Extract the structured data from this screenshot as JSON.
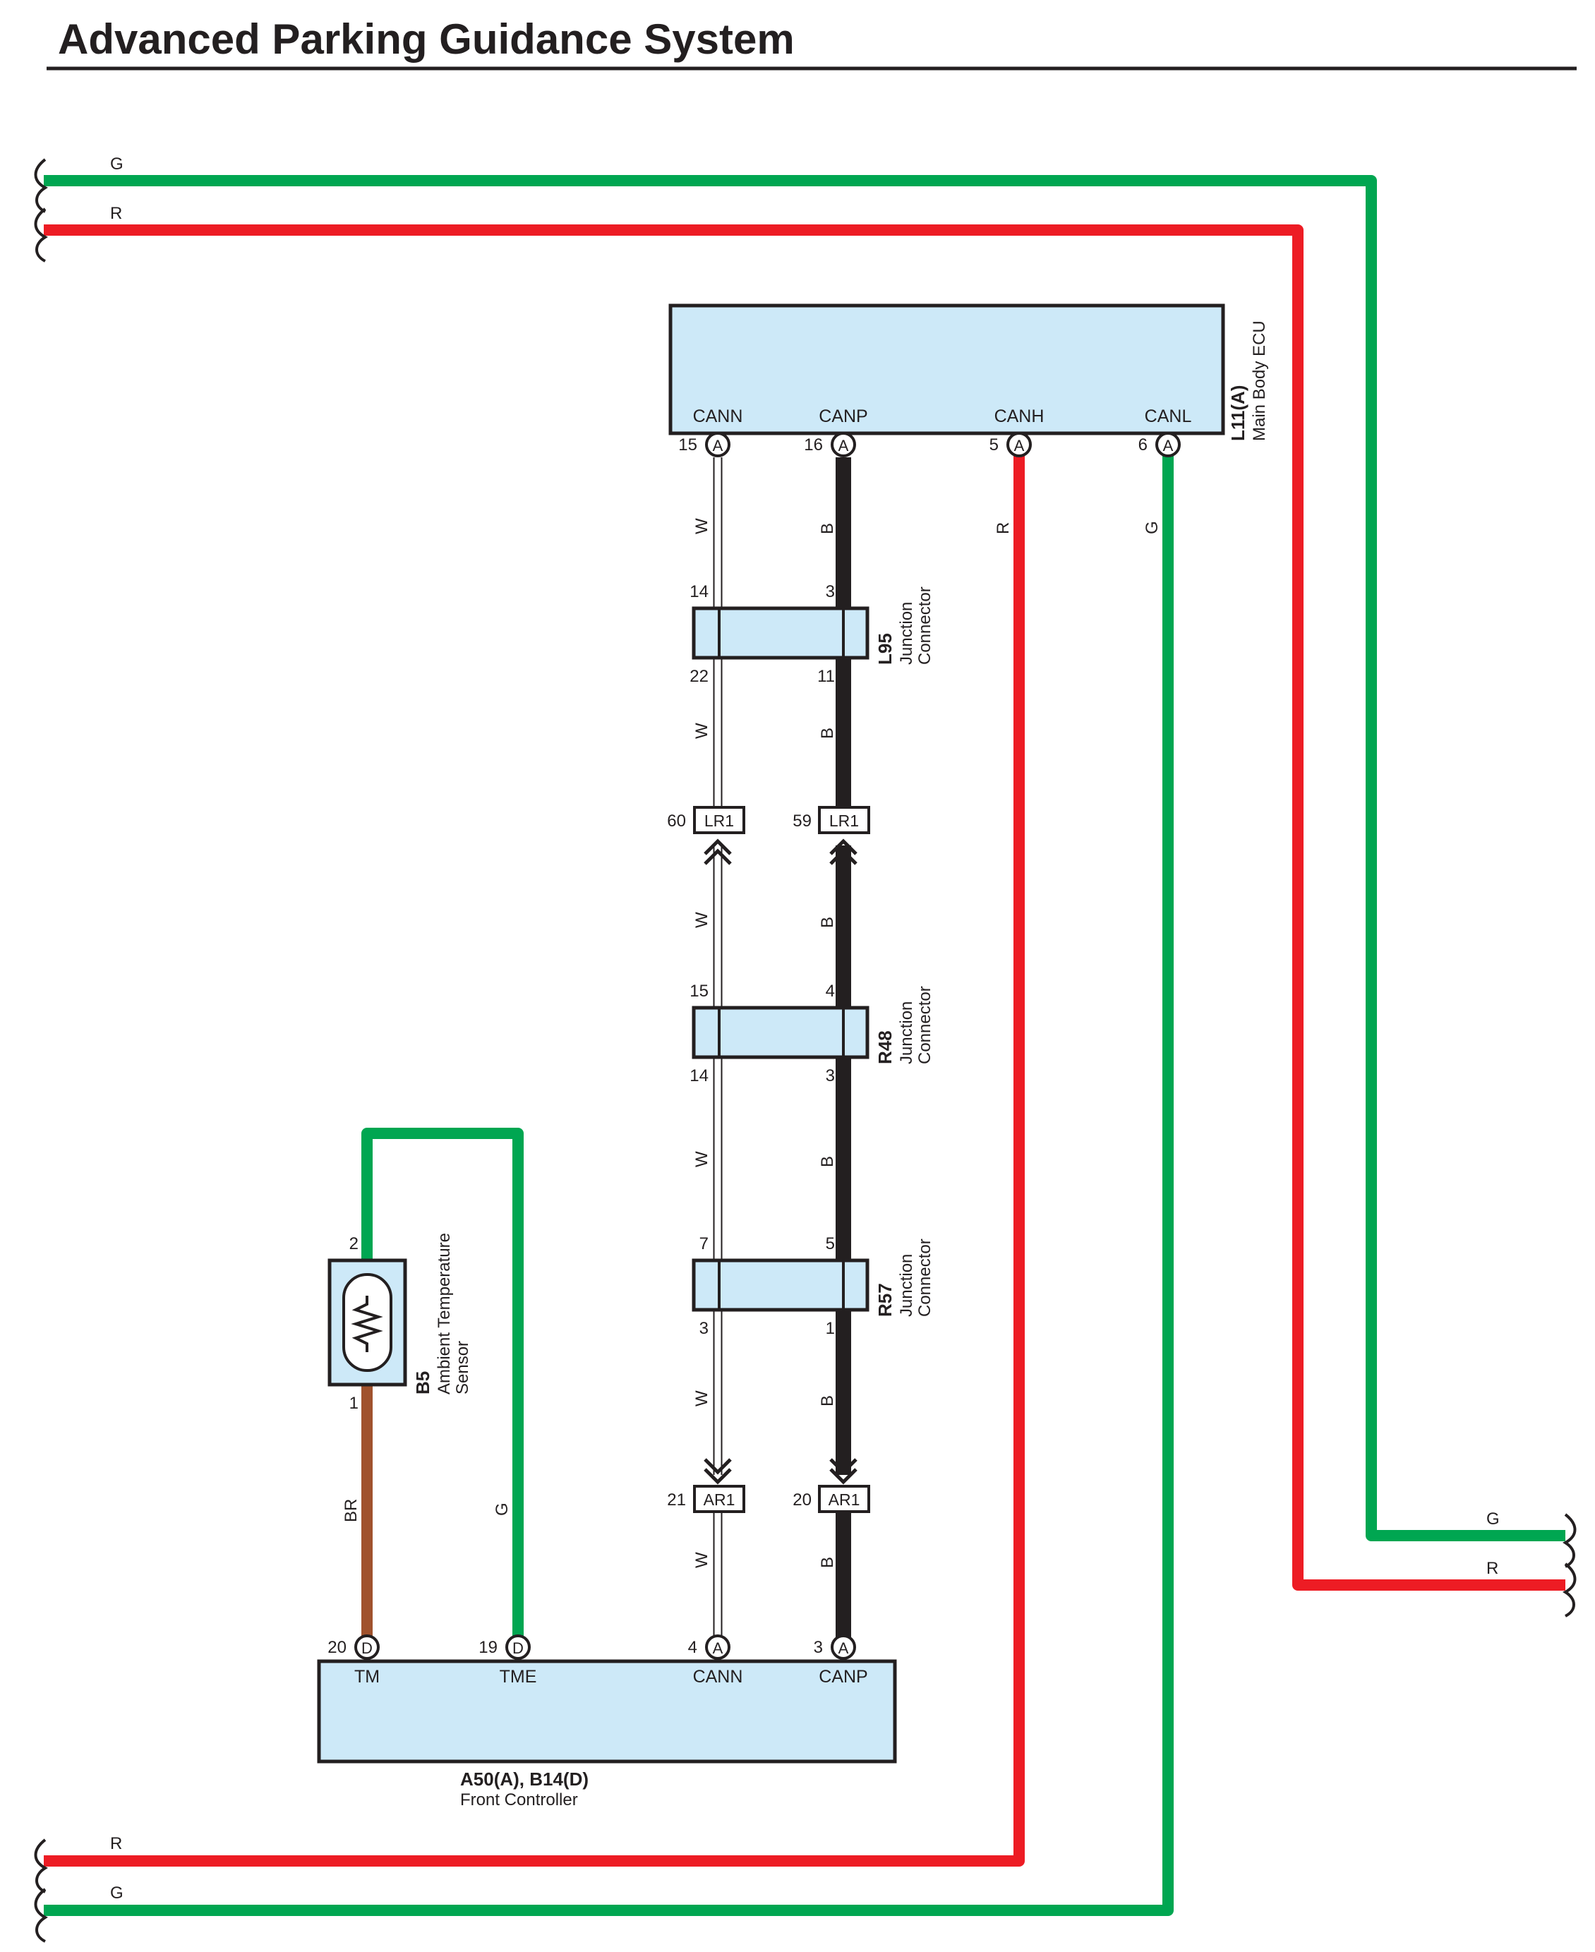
{
  "title": "Advanced Parking Guidance System",
  "colors": {
    "green": "#00a651",
    "red": "#ed1c24",
    "black": "#231f20",
    "brown": "#a0522d",
    "white_wire": "#ffffff",
    "box_fill": "#cde9f8",
    "stroke": "#231f20"
  },
  "components": {
    "main_body_ecu": {
      "code": "L11(A)",
      "name": "Main Body ECU",
      "pins": [
        {
          "name": "CANN",
          "num": "15",
          "conn": "A"
        },
        {
          "name": "CANP",
          "num": "16",
          "conn": "A"
        },
        {
          "name": "CANH",
          "num": "5",
          "conn": "A"
        },
        {
          "name": "CANL",
          "num": "6",
          "conn": "A"
        }
      ]
    },
    "l95": {
      "code": "L95",
      "name_line1": "Junction",
      "name_line2": "Connector",
      "pins": [
        "14",
        "3",
        "22",
        "11"
      ]
    },
    "r48": {
      "code": "R48",
      "name_line1": "Junction",
      "name_line2": "Connector",
      "pins": [
        "15",
        "4",
        "14",
        "3"
      ]
    },
    "r57": {
      "code": "R57",
      "name_line1": "Junction",
      "name_line2": "Connector",
      "pins": [
        "7",
        "5",
        "3",
        "1"
      ]
    },
    "lr1": {
      "label": "LR1",
      "pins": [
        "60",
        "59"
      ]
    },
    "ar1": {
      "label": "AR1",
      "pins": [
        "21",
        "20"
      ]
    },
    "b5": {
      "code": "B5",
      "name_line1": "Ambient Temperature",
      "name_line2": "Sensor",
      "pins": [
        "2",
        "1"
      ]
    },
    "front_controller": {
      "code": "A50(A), B14(D)",
      "name": "Front Controller",
      "pins": [
        {
          "name": "TM",
          "num": "20",
          "conn": "D"
        },
        {
          "name": "TME",
          "num": "19",
          "conn": "D"
        },
        {
          "name": "CANN",
          "num": "4",
          "conn": "A"
        },
        {
          "name": "CANP",
          "num": "3",
          "conn": "A"
        }
      ]
    }
  },
  "wire_labels": {
    "g": "G",
    "r": "R",
    "w": "W",
    "b": "B",
    "br": "BR"
  }
}
